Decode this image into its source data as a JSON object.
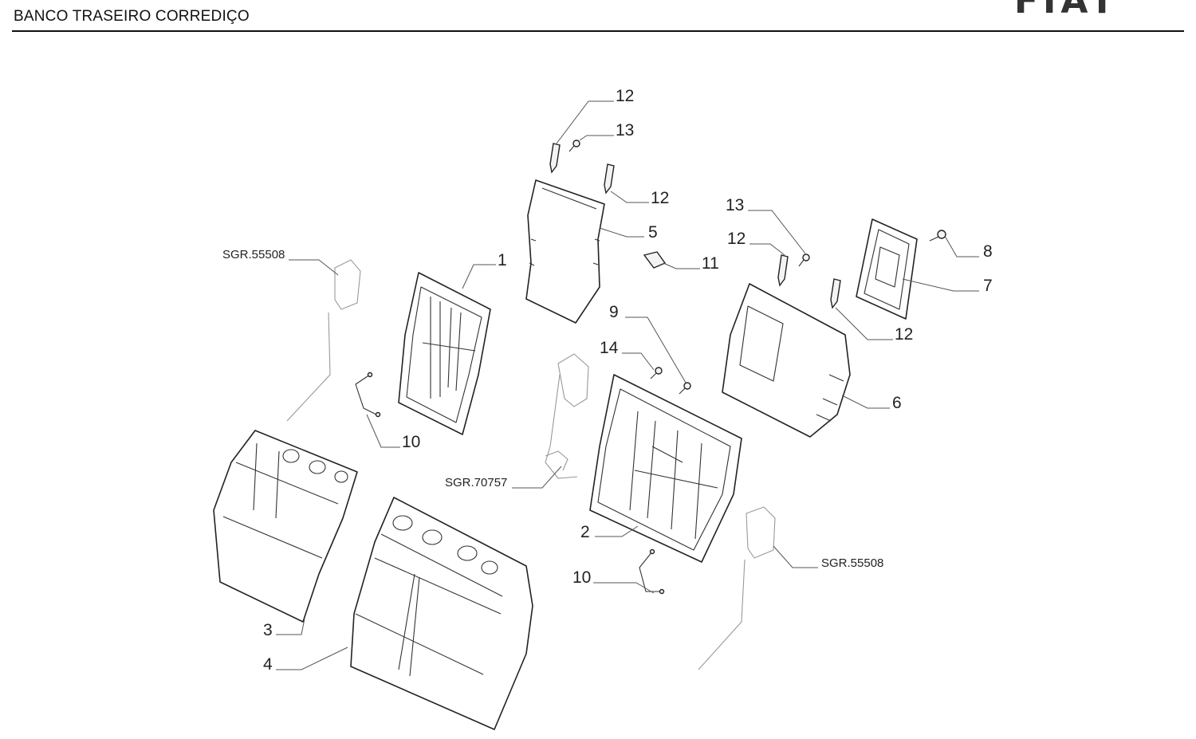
{
  "header": {
    "title": "BANCO TRASEIRO CORREDIÇO",
    "logo_text": "FIAT"
  },
  "callouts": {
    "c1": "1",
    "c2": "2",
    "c3": "3",
    "c4": "4",
    "c5": "5",
    "c6": "6",
    "c7": "7",
    "c8": "8",
    "c9": "9",
    "c10a": "10",
    "c10b": "10",
    "c11": "11",
    "c12a": "12",
    "c12b": "12",
    "c12c": "12",
    "c12d": "12",
    "c13a": "13",
    "c13b": "13",
    "c14": "14"
  },
  "references": {
    "ref_left": "SGR.55508",
    "ref_belt": "SGR.70757",
    "ref_right": "SGR.55508"
  }
}
